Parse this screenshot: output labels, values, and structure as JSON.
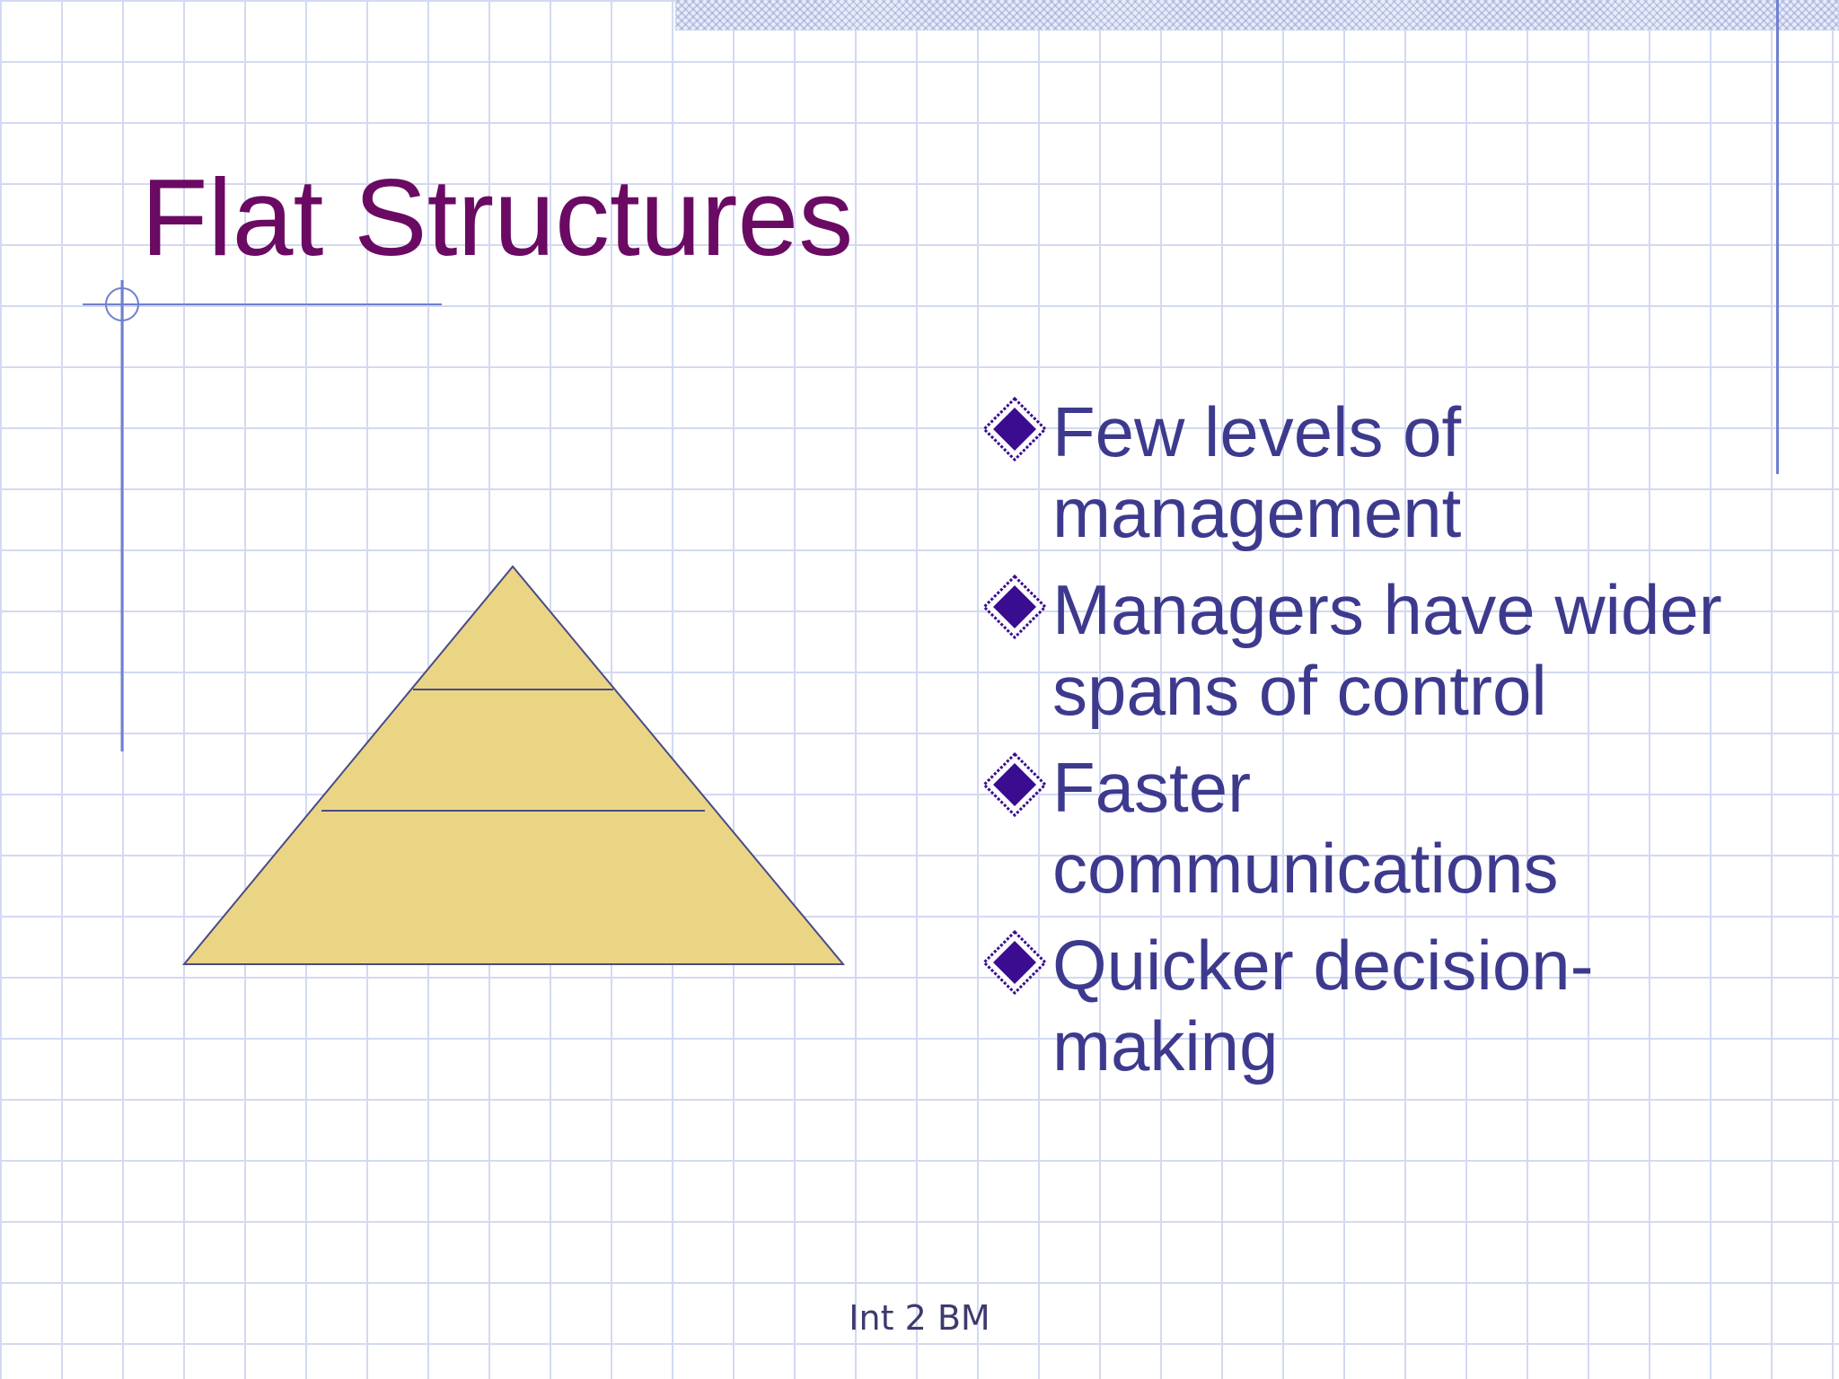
{
  "slide": {
    "title": "Flat Structures",
    "bullets": [
      {
        "text": "Few levels of management"
      },
      {
        "text": "Managers have wider spans of control"
      },
      {
        "text": "Faster communications"
      },
      {
        "text": "Quicker decision-making"
      }
    ],
    "footer": "Int 2 BM"
  },
  "bullets_icon": "diamond-bullet-icon",
  "colors": {
    "title": "#6a0a63",
    "body_text": "#3d3a8e",
    "grid_lines": "#d3d9f2",
    "accent_rule": "#6f7fd0",
    "pyramid_fill": "#ead585",
    "pyramid_stroke": "#4a4a86",
    "bullet_diamond": "#3a0c8f"
  }
}
